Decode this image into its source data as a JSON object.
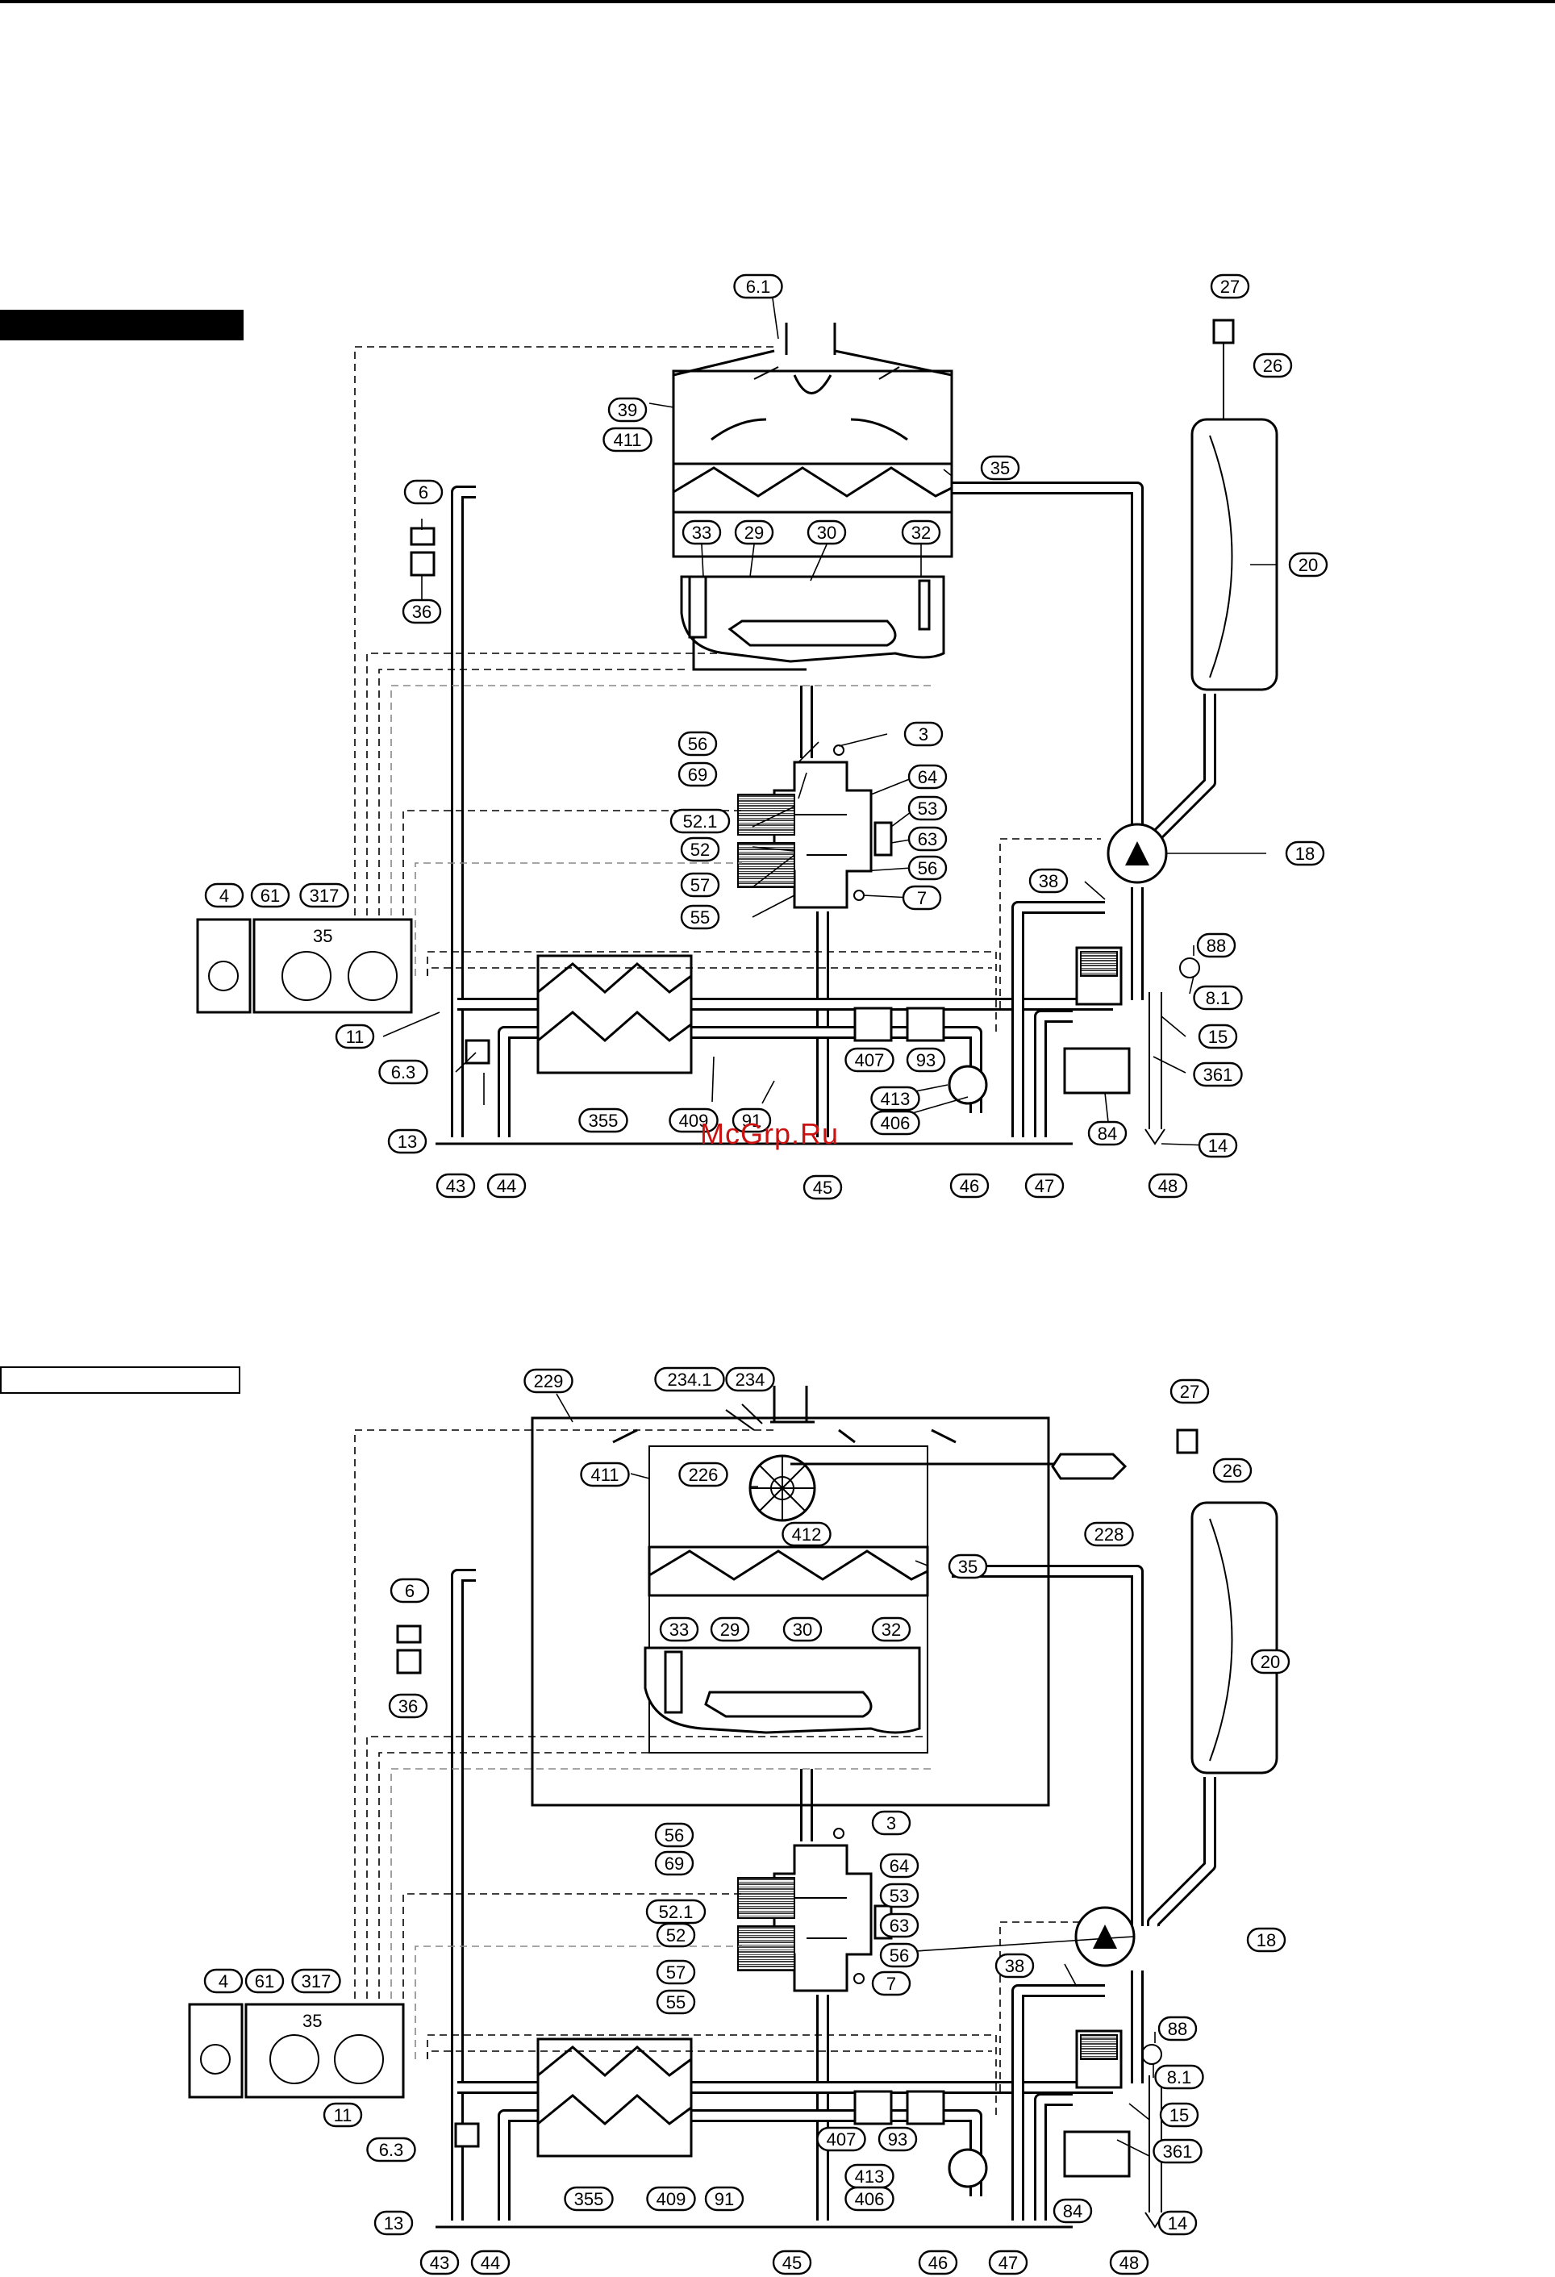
{
  "watermark": "McGrp.Ru",
  "diagram_1": {
    "labels": {
      "l_6_1": "6.1",
      "l_27": "27",
      "l_26": "26",
      "l_39": "39",
      "l_411": "411",
      "l_35": "35",
      "l_6": "6",
      "l_33": "33",
      "l_29": "29",
      "l_30": "30",
      "l_32": "32",
      "l_20": "20",
      "l_36": "36",
      "l_3": "3",
      "l_56a": "56",
      "l_69": "69",
      "l_64": "64",
      "l_52_1": "52.1",
      "l_53": "53",
      "l_63": "63",
      "l_52": "52",
      "l_18": "18",
      "l_56b": "56",
      "l_57": "57",
      "l_38": "38",
      "l_7": "7",
      "l_55": "55",
      "l_4": "4",
      "l_61": "61",
      "l_317": "317",
      "l_88": "88",
      "l_8_1": "8.1",
      "l_11": "11",
      "l_15": "15",
      "l_6_3": "6.3",
      "l_407": "407",
      "l_93": "93",
      "l_361": "361",
      "l_413": "413",
      "l_355": "355",
      "l_409": "409",
      "l_91": "91",
      "l_406": "406",
      "l_84": "84",
      "l_13": "13",
      "l_14": "14",
      "l_43": "43",
      "l_44": "44",
      "l_45": "45",
      "l_46": "46",
      "l_47": "47",
      "l_48": "48"
    },
    "display_value": "35"
  },
  "diagram_2": {
    "labels": {
      "l_229": "229",
      "l_234_1": "234.1",
      "l_234": "234",
      "l_27": "27",
      "l_26": "26",
      "l_411": "411",
      "l_226": "226",
      "l_412": "412",
      "l_228": "228",
      "l_35": "35",
      "l_6": "6",
      "l_33": "33",
      "l_29": "29",
      "l_30": "30",
      "l_32": "32",
      "l_20": "20",
      "l_36": "36",
      "l_3": "3",
      "l_56a": "56",
      "l_69": "69",
      "l_64": "64",
      "l_52_1": "52.1",
      "l_53": "53",
      "l_63": "63",
      "l_52": "52",
      "l_56b": "56",
      "l_18": "18",
      "l_57": "57",
      "l_7": "7",
      "l_38": "38",
      "l_55": "55",
      "l_4": "4",
      "l_61": "61",
      "l_317": "317",
      "l_88": "88",
      "l_8_1": "8.1",
      "l_11": "11",
      "l_15": "15",
      "l_6_3": "6.3",
      "l_407": "407",
      "l_93": "93",
      "l_361": "361",
      "l_413": "413",
      "l_355": "355",
      "l_409": "409",
      "l_91": "91",
      "l_406": "406",
      "l_84": "84",
      "l_13": "13",
      "l_14": "14",
      "l_43": "43",
      "l_44": "44",
      "l_45": "45",
      "l_46": "46",
      "l_47": "47",
      "l_48": "48"
    },
    "display_value": "35"
  }
}
